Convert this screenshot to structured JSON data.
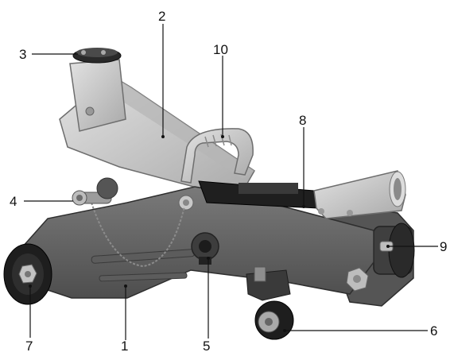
{
  "figure": {
    "subject": "floor-jack-parts-diagram",
    "callouts": [
      {
        "id": "1",
        "label": "1"
      },
      {
        "id": "2",
        "label": "2"
      },
      {
        "id": "3",
        "label": "3"
      },
      {
        "id": "4",
        "label": "4"
      },
      {
        "id": "5",
        "label": "5"
      },
      {
        "id": "6",
        "label": "6"
      },
      {
        "id": "7",
        "label": "7"
      },
      {
        "id": "8",
        "label": "8"
      },
      {
        "id": "9",
        "label": "9"
      },
      {
        "id": "10",
        "label": "10"
      }
    ]
  },
  "colors": {
    "frame": "#6e6e6e",
    "frame_dark": "#3c3c3c",
    "arm": "#c9c9c9",
    "arm_dark": "#8f8f8f",
    "wheel": "#1e1e1e",
    "bolt": "#b9b9b9",
    "leader": "#111111"
  }
}
